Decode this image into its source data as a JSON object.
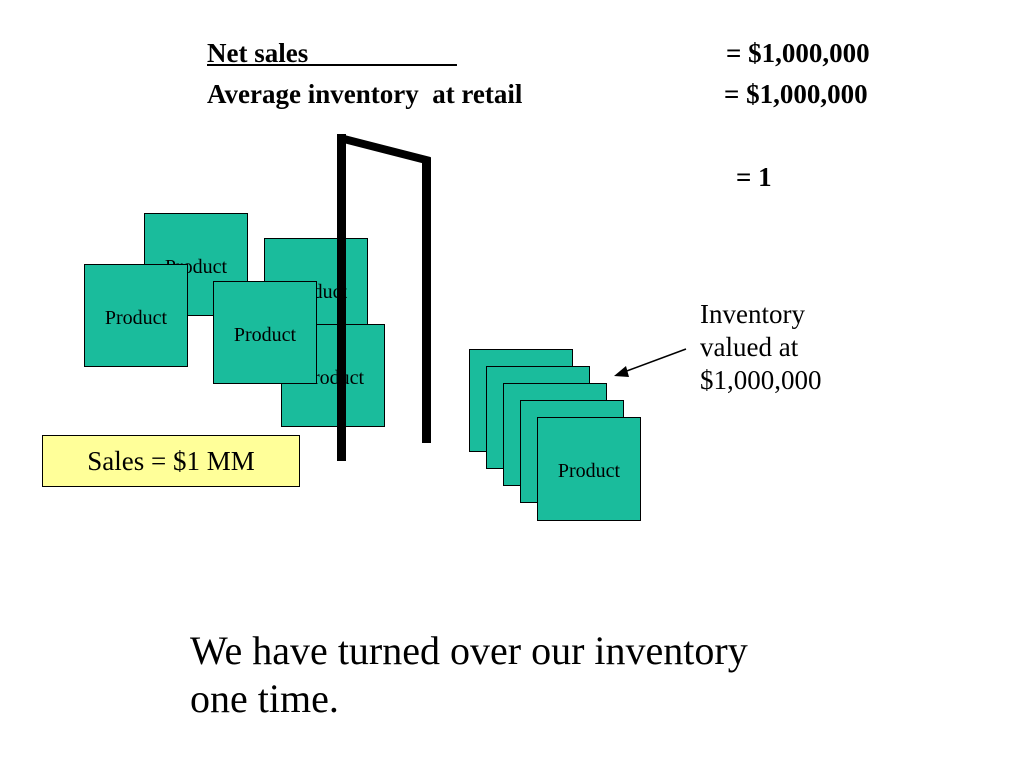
{
  "formula": {
    "numerator_label": "Net sales_______",
    "numerator_pad": "____",
    "numerator_value": "= $1,000,000",
    "denominator_label": "Average inventory  at retail",
    "denominator_value": "= $1,000,000",
    "result": "= 1"
  },
  "product_label": "Product",
  "sales_box": "Sales = $1 MM",
  "inventory_note": [
    "Inventory",
    "valued at",
    "$1,000,000"
  ],
  "conclusion": [
    "We have turned over our inventory",
    "one time."
  ],
  "colors": {
    "product_fill": "#1abc9c",
    "sales_fill": "#ffff99"
  }
}
